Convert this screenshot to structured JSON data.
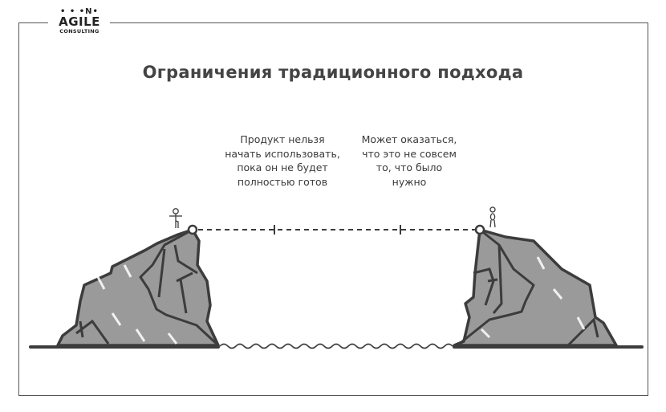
{
  "logo": {
    "dots": "• • •N•",
    "name": "AGILE",
    "subtitle": "CONSULTING"
  },
  "title": "Ограничения традиционного подхода",
  "captions": {
    "left": [
      "Продукт нельзя",
      "начать использовать,",
      "пока он не будет",
      "полностью готов"
    ],
    "right": [
      "Может оказаться,",
      "что это не совсем",
      "то, что было",
      "нужно"
    ]
  },
  "illustration": {
    "left_cliff": "cliff-with-person-left",
    "right_cliff": "cliff-with-person-right",
    "bridge": "dashed-line-between-cliffs",
    "water": "wavy-water-line",
    "colors": {
      "rock_fill": "#9a9a9a",
      "outline": "#3c3c3c",
      "frame": "#555555"
    }
  }
}
